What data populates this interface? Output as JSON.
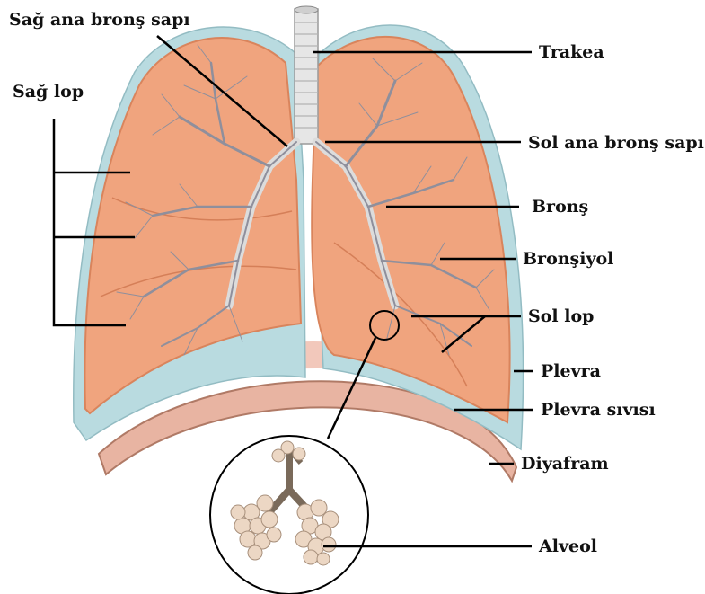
{
  "labels": {
    "right_main_bronchus": "Sağ ana bronş sapı",
    "right_lobe": "Sağ lop",
    "trachea": "Trakea",
    "left_main_bronchus": "Sol ana bronş sapı",
    "bronchus": "Bronş",
    "bronchiole": "Bronşiyol",
    "left_lobe": "Sol lop",
    "pleura": "Plevra",
    "pleural_fluid": "Plevra sıvısı",
    "diaphragm": "Diyafram",
    "alveolus": "Alveol"
  },
  "colors": {
    "lung_fill": "#f0a47e",
    "lung_edge": "#d9845c",
    "pleura": "#b9dbe0",
    "diaphragm": "#e8b4a2",
    "trachea": "#e6e6e6",
    "bronchi": "#8f8f9c",
    "alveoli": "#ecd7c4",
    "line": "#000000"
  }
}
